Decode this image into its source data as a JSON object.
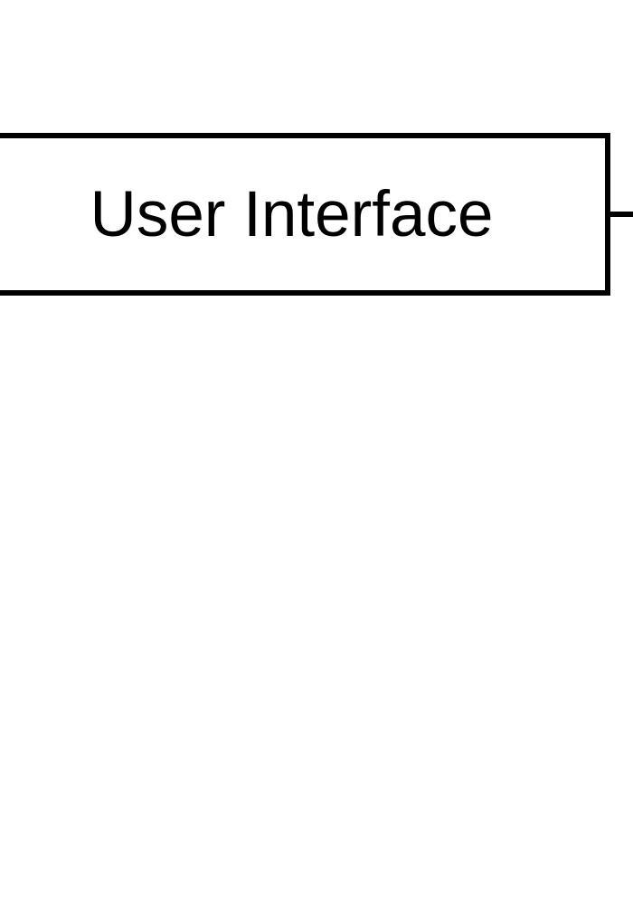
{
  "diagram": {
    "node": {
      "label": "User Interface",
      "shape": "rectangle",
      "clipped_left": true
    },
    "connector": {
      "side": "right",
      "direction": "horizontal",
      "exits_to": "right-edge-of-image"
    },
    "colors": {
      "stroke": "#000000",
      "fill": "#ffffff",
      "text": "#000000",
      "background": "#ffffff"
    }
  }
}
